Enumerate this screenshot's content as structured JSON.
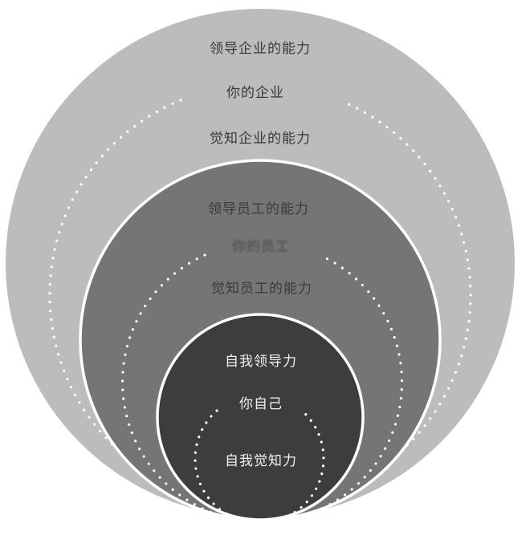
{
  "colors": {
    "background": "#FFFFFF",
    "outer_ring": "#BDBCBD",
    "middle_ring": "#767576",
    "inner_circle": "#3F3C3D",
    "border": "#FFFFFF",
    "dots": "#FFFFFF",
    "dark_text": "#3A3A3A",
    "light_text": "#F2F2F2"
  },
  "outer": {
    "top_label": "领导企业的能力",
    "center_label": "你的企业",
    "bottom_label": "觉知企业的能力"
  },
  "middle": {
    "top_label": "领导员工的能力",
    "center_label": "你的员工",
    "bottom_label": "觉知员工的能力"
  },
  "inner": {
    "top_label": "自我领导力",
    "center_label": "你自己",
    "bottom_label": "自我觉知力"
  }
}
